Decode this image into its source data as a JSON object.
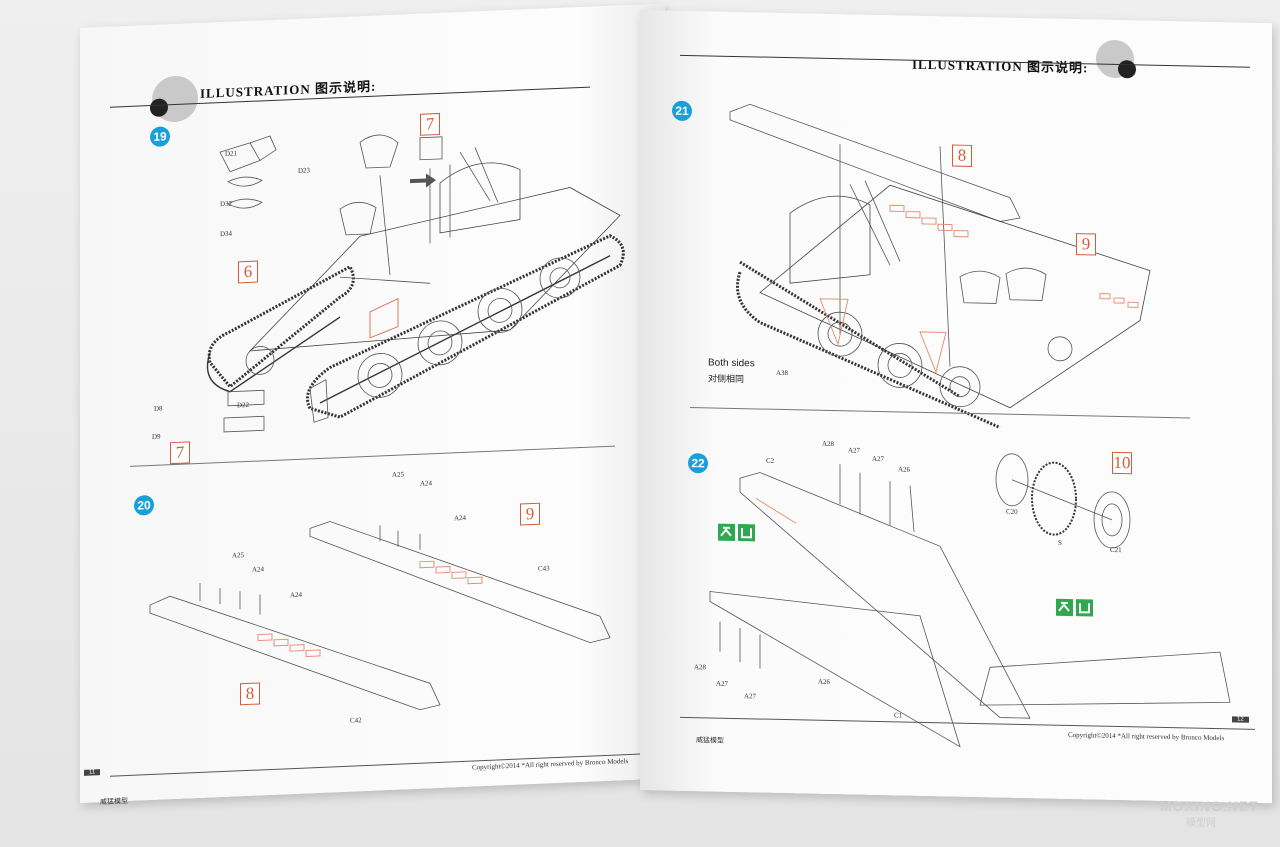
{
  "left_page": {
    "header": "ILLUSTRATION 图示说明:",
    "steps": [
      "19",
      "20"
    ],
    "step19": {
      "boxes": [
        "7",
        "6",
        "7"
      ],
      "parts": [
        "D21",
        "D23",
        "D32",
        "D34",
        "D8",
        "D22",
        "D9"
      ]
    },
    "step20": {
      "boxes": [
        "9",
        "8"
      ],
      "parts": [
        "A25",
        "A24",
        "A24",
        "A25",
        "A24",
        "A24",
        "C43",
        "C42"
      ]
    },
    "page_number": "11",
    "copyright": "Copyright©2014  *All right reserved by Bronco Models",
    "brand": "威猛模型"
  },
  "right_page": {
    "header": "ILLUSTRATION 图示说明:",
    "steps": [
      "21",
      "22"
    ],
    "step21": {
      "boxes": [
        "8",
        "9"
      ],
      "note_en": "Both sides",
      "note_cn": "对侧相同",
      "parts": [
        "A38"
      ]
    },
    "step22": {
      "boxes": [
        "10"
      ],
      "parts": [
        "C2",
        "A28",
        "A27",
        "A27",
        "A26",
        "C20",
        "S",
        "C21",
        "A28",
        "A27",
        "A27",
        "A26",
        "C1"
      ]
    },
    "page_number": "12",
    "copyright": "Copyright©2014  *All right reserved by Bronco Models",
    "brand": "威猛模型"
  },
  "watermark": {
    "main": "MOXING.NET",
    "sub": "模型网"
  },
  "colors": {
    "step_badge": "#1aa0d8",
    "callout": "#d65b3a",
    "paint_icon": "#2fa84f"
  }
}
